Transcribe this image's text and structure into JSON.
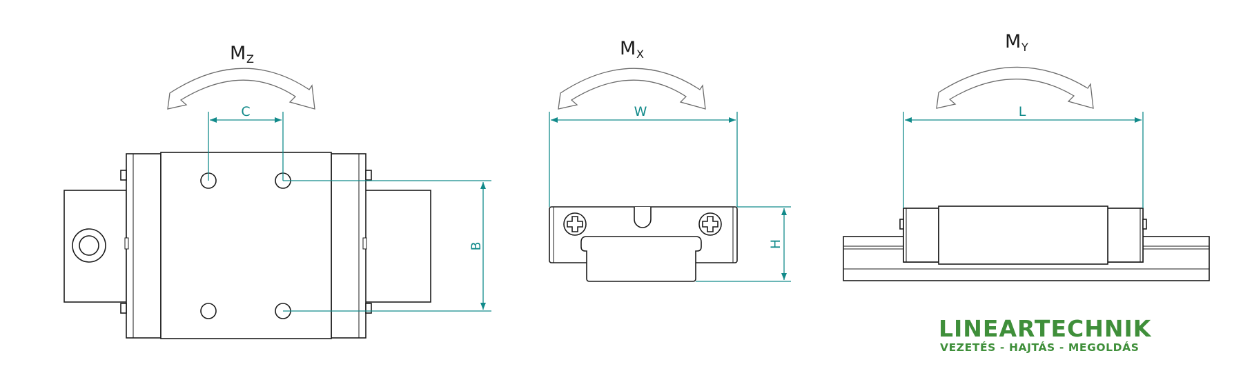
{
  "moments": {
    "mz": {
      "letter": "M",
      "sub": "Z"
    },
    "mx": {
      "letter": "M",
      "sub": "X"
    },
    "my": {
      "letter": "M",
      "sub": "Y"
    }
  },
  "dimensions": {
    "c": "C",
    "b": "B",
    "w": "W",
    "h": "H",
    "l": "L"
  },
  "logo": {
    "name": "LINEARTECHNIK",
    "tagline": "VEZETÉS - HAJTÁS - MEGOLDÁS",
    "color": "#3f8f3a"
  },
  "colors": {
    "dimension": "#118a8a",
    "outline": "#1a1a1a"
  }
}
